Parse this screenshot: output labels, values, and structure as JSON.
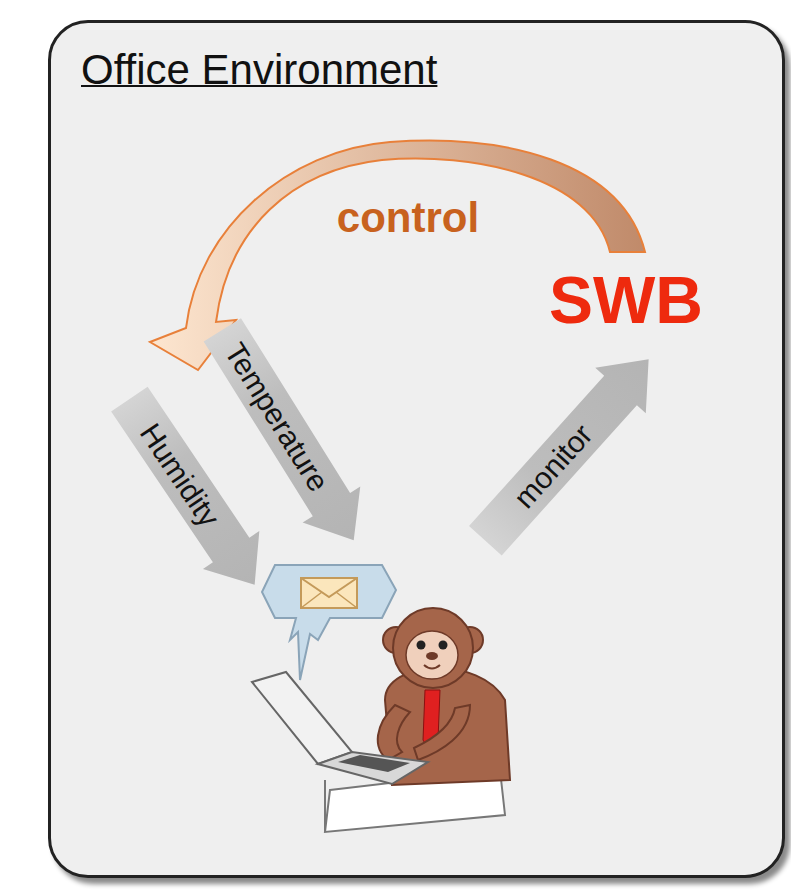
{
  "diagram": {
    "nodes": [
      {
        "text": [
          "Office Environment"
        ]
      }
    ],
    "labels": [
      "control",
      "SWB",
      "Humidity",
      "Temperature",
      "monitor"
    ]
  }
}
